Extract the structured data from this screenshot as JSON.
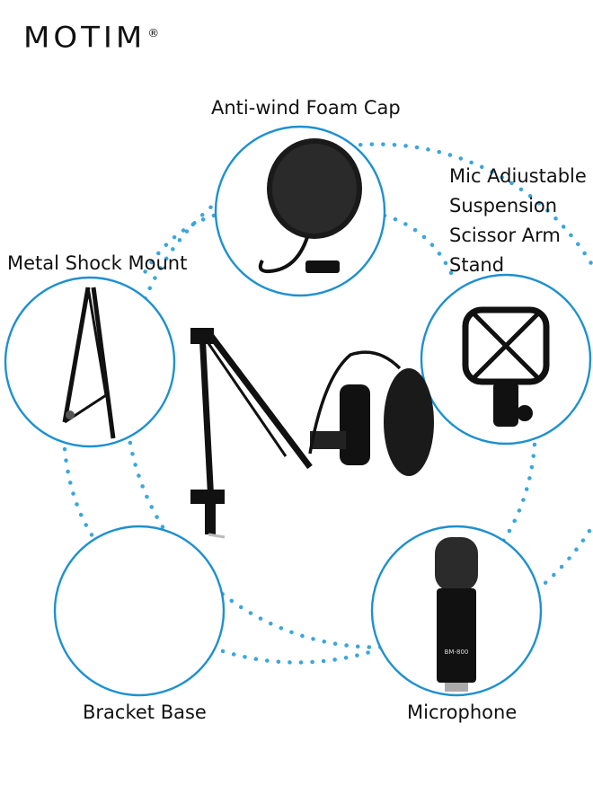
{
  "brand": {
    "name": "MOTIM",
    "mark": "®"
  },
  "labels": {
    "top": "Anti-wind Foam Cap",
    "right_lines": [
      "Mic Adiustable",
      "Suspension",
      "Scissor Arm",
      "Stand"
    ],
    "left": "Metal Shock Mount",
    "bottom_left": "Bracket Base",
    "bottom_right": "Microphone"
  },
  "product_text": {
    "mic_model": "BM-800"
  },
  "colors": {
    "ring": "#1e90d0",
    "dots": "#3aa6df",
    "product": "#111111",
    "wood": "#c99a5e"
  }
}
